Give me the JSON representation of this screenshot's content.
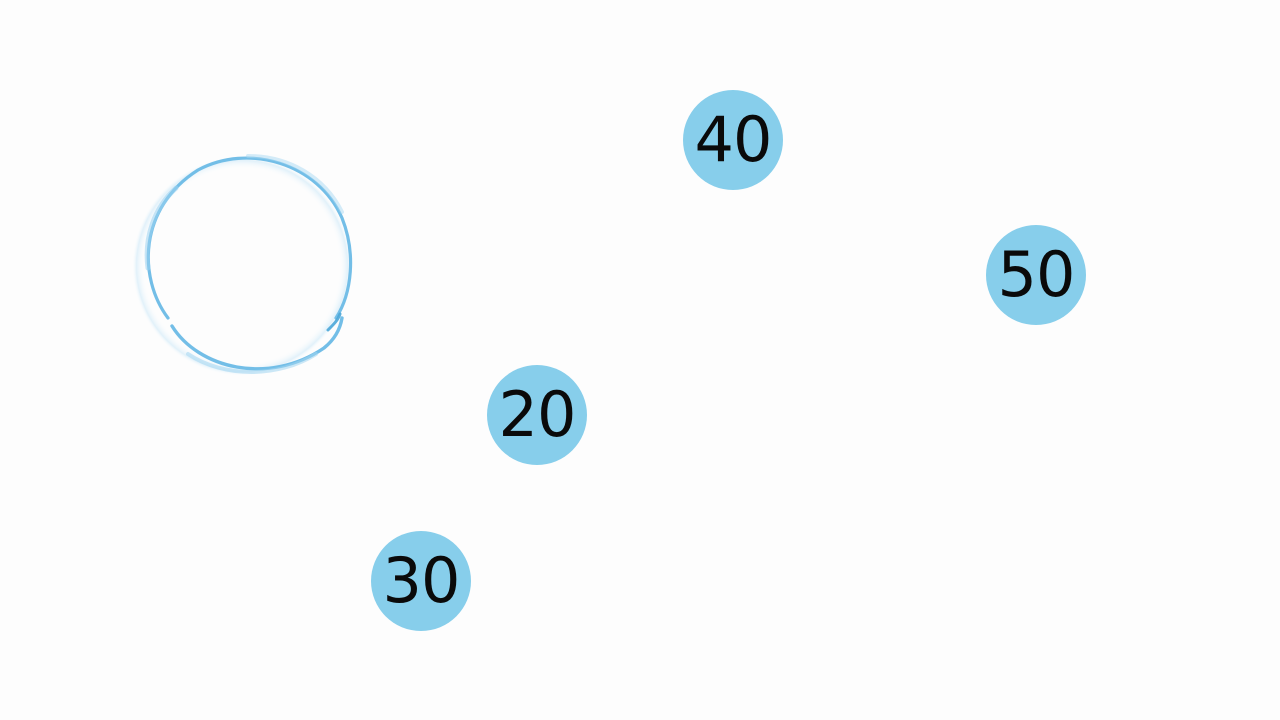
{
  "game": {
    "player_bubble": {
      "icon": "empty-bubble-ring",
      "color": "#5fb4e0"
    },
    "bubble_color": "#87ceeb",
    "text_color": "#0a0a0a",
    "number_bubbles": [
      {
        "id": "b40",
        "value": "40"
      },
      {
        "id": "b50",
        "value": "50"
      },
      {
        "id": "b20",
        "value": "20"
      },
      {
        "id": "b30",
        "value": "30"
      }
    ]
  }
}
